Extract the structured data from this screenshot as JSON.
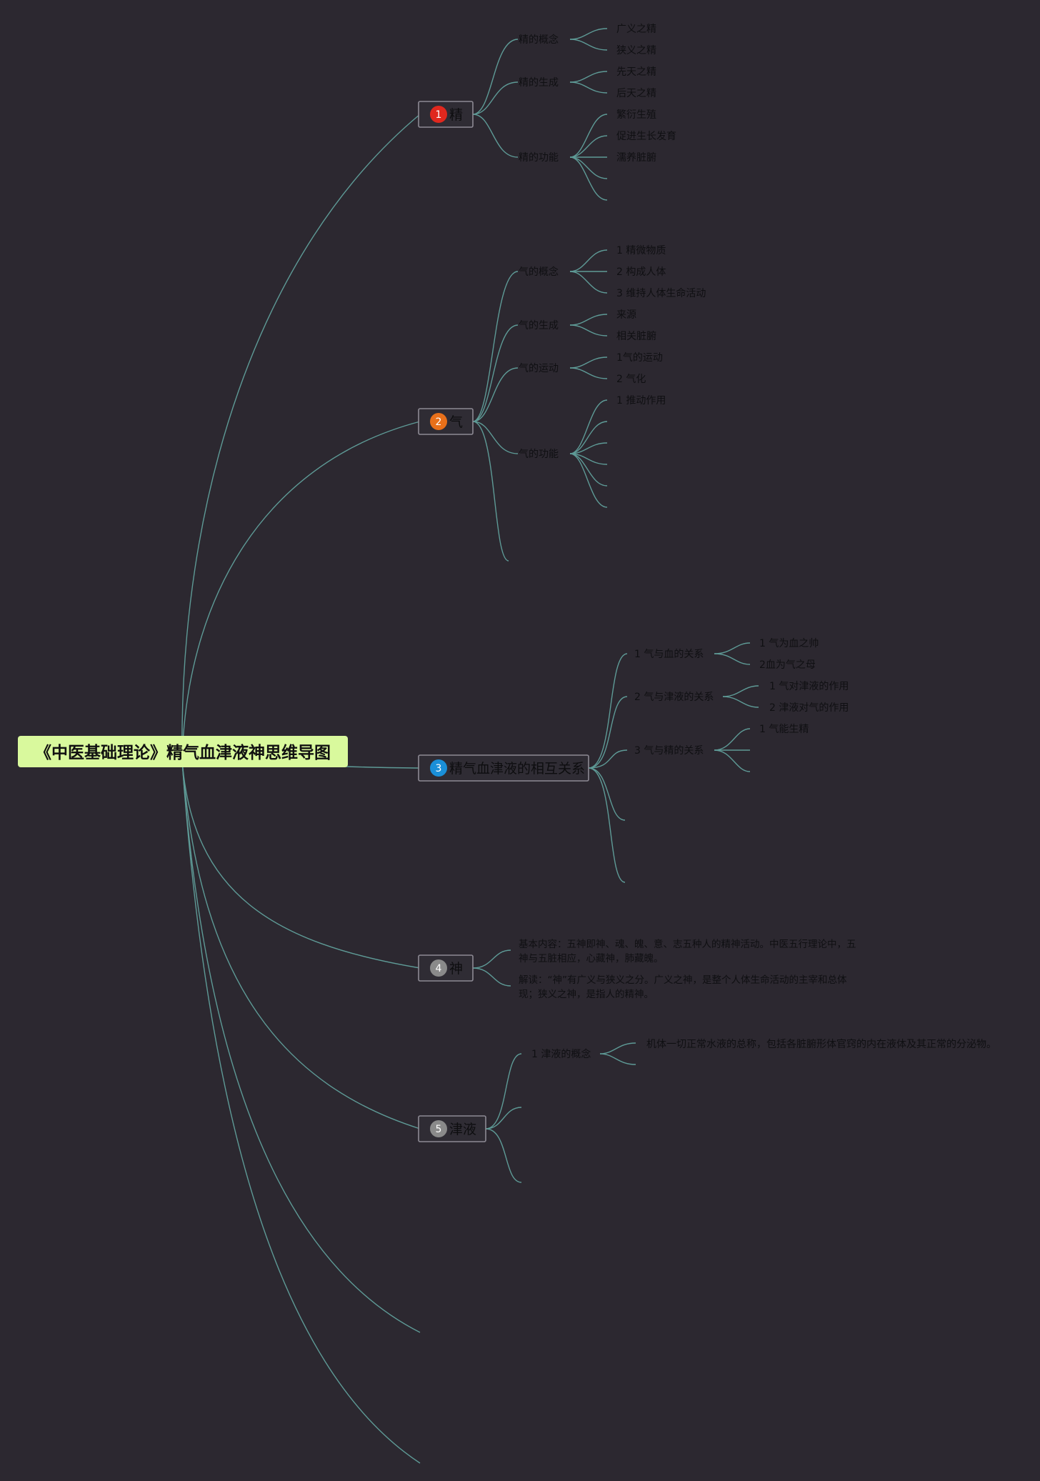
{
  "root": {
    "title": "《中医基础理论》精气血津液神思维导图"
  },
  "colors": {
    "background": "#2c2830",
    "line": "#5e9a96",
    "root_fill": "#d9f99d",
    "marker_1": "#e0281e",
    "marker_2": "#e8701a",
    "marker_3": "#1a8fd8",
    "marker_4": "#8a8a8a",
    "marker_5": "#8a8a8a"
  },
  "branches": {
    "jing": {
      "number": "1",
      "label": "精",
      "subs": [
        {
          "label": "精的概念",
          "leaves": [
            "广义之精",
            "狭义之精"
          ]
        },
        {
          "label": "精的生成",
          "leaves": [
            "先天之精",
            "后天之精"
          ]
        },
        {
          "label": "精的功能",
          "leaves": [
            "繁衍生殖",
            "促进生长发育",
            "濡养脏腑"
          ]
        }
      ]
    },
    "qi": {
      "number": "2",
      "label": "气",
      "subs": [
        {
          "label": "气的概念",
          "leaves": [
            "1 精微物质",
            "2 构成人体",
            "3 维持人体生命活动"
          ]
        },
        {
          "label": "气的生成",
          "leaves": [
            "来源",
            "相关脏腑"
          ]
        },
        {
          "label": "气的运动",
          "leaves": [
            "1气的运动",
            "2 气化"
          ]
        },
        {
          "label": "气的功能",
          "leaves": [
            "1 推动作用"
          ]
        }
      ]
    },
    "relation": {
      "number": "3",
      "label": "精气血津液的相互关系",
      "subs": [
        {
          "label": "1 气与血的关系",
          "leaves": [
            "1 气为血之帅",
            "2血为气之母"
          ]
        },
        {
          "label": "2 气与津液的关系",
          "leaves": [
            "1 气对津液的作用",
            "2 津液对气的作用"
          ]
        },
        {
          "label": "3 气与精的关系",
          "leaves": [
            "1 气能生精"
          ]
        }
      ]
    },
    "shen": {
      "number": "4",
      "label": "神",
      "paragraphs": [
        [
          "基本内容：五神即神、魂、魄、意、志五种人的精神活动。中医五行理论中，五",
          "神与五脏相应，心藏神，肺藏魄。"
        ],
        [
          "解读：“神”有广义与狭义之分。广义之神，是整个人体生命活动的主宰和总体",
          "现；狭义之神，是指人的精神。"
        ]
      ]
    },
    "jinye": {
      "number": "5",
      "label": "津液",
      "subs": [
        {
          "label": "1 津液的概念",
          "leaves": [
            "机体一切正常水液的总称，包括各脏腑形体官窍的内在液体及其正常的分泌物。"
          ]
        }
      ]
    }
  }
}
